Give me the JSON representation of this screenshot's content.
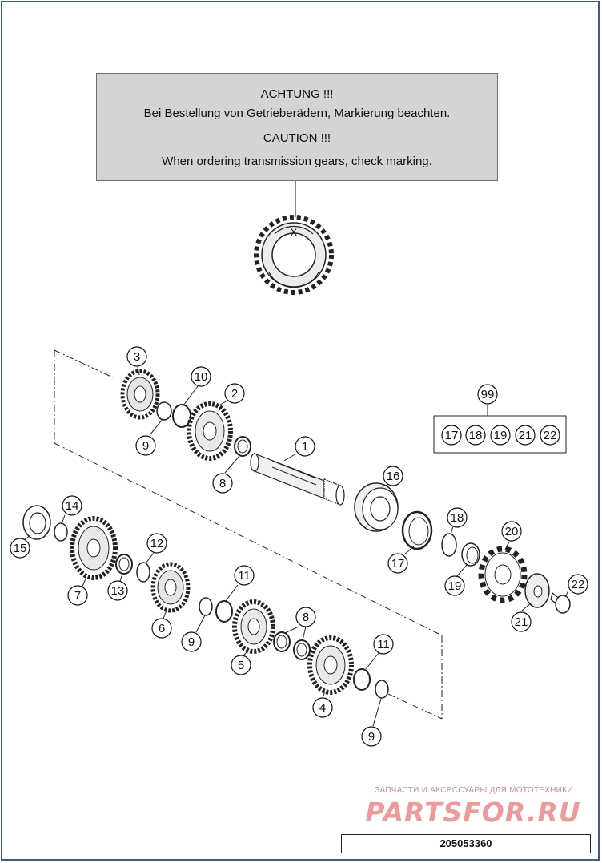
{
  "notice": {
    "line1": "ACHTUNG !!!",
    "line2": "Bei Bestellung von Getrieberädern, Markierung beachten.",
    "line3": "CAUTION !!!",
    "line4": "When ordering transmission gears, check marking."
  },
  "gear_mark": "X",
  "callouts": {
    "c1": "1",
    "c2": "2",
    "c3": "3",
    "c4": "4",
    "c5": "5",
    "c6": "6",
    "c7": "7",
    "c8a": "8",
    "c8b": "8",
    "c9a": "9",
    "c9b": "9",
    "c9c": "9",
    "c10": "10",
    "c11a": "11",
    "c11b": "11",
    "c12": "12",
    "c13": "13",
    "c14": "14",
    "c15": "15",
    "c16": "16",
    "c17": "17",
    "c18": "18",
    "c19": "19",
    "c20": "20",
    "c21": "21",
    "c22": "22",
    "c99": "99"
  },
  "kit": {
    "items": [
      "17",
      "18",
      "19",
      "21",
      "22"
    ]
  },
  "watermark": {
    "line1": "ЗАПЧАСТИ И АКСЕССУАРЫ ДЛЯ МОТОТЕХНИКИ",
    "line2": "PARTSFOR.RU"
  },
  "drawing_number": "205053360",
  "colors": {
    "frame": "#3b5b8c",
    "notice_bg": "#d4d4d4",
    "watermark": "#ee9a9a"
  }
}
